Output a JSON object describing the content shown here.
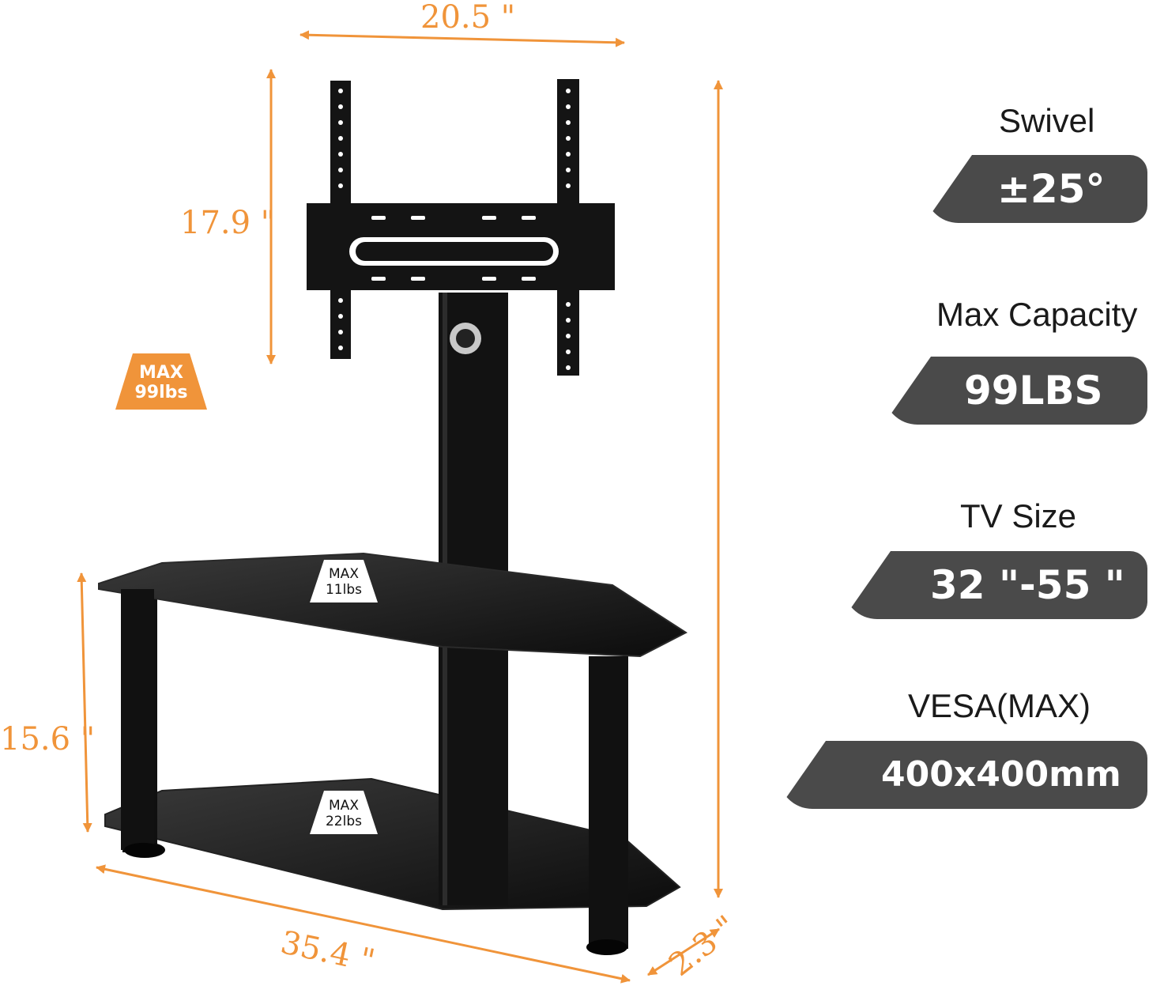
{
  "dimensions": {
    "top_width": "20.5 \"",
    "mount_height": "17.9 \"",
    "shelf_height": "15.6 \"",
    "base_width": "35.4 \"",
    "depth": "2.3 \""
  },
  "load_tags": {
    "mount": {
      "line1": "MAX",
      "line2": "99lbs"
    },
    "top_shelf": {
      "line1": "MAX",
      "line2": "11lbs"
    },
    "bottom_shelf": {
      "line1": "MAX",
      "line2": "22lbs"
    }
  },
  "specs": [
    {
      "label": "Swivel",
      "value": "±25°"
    },
    {
      "label": "Max Capacity",
      "value": "99LBS"
    },
    {
      "label": "TV Size",
      "value": "32 \"-55 \""
    },
    {
      "label": "VESA(MAX)",
      "value": "400x400mm"
    }
  ],
  "colors": {
    "accent": "#f0943a",
    "pill": "#4a4a4a",
    "stand": "#111111"
  }
}
